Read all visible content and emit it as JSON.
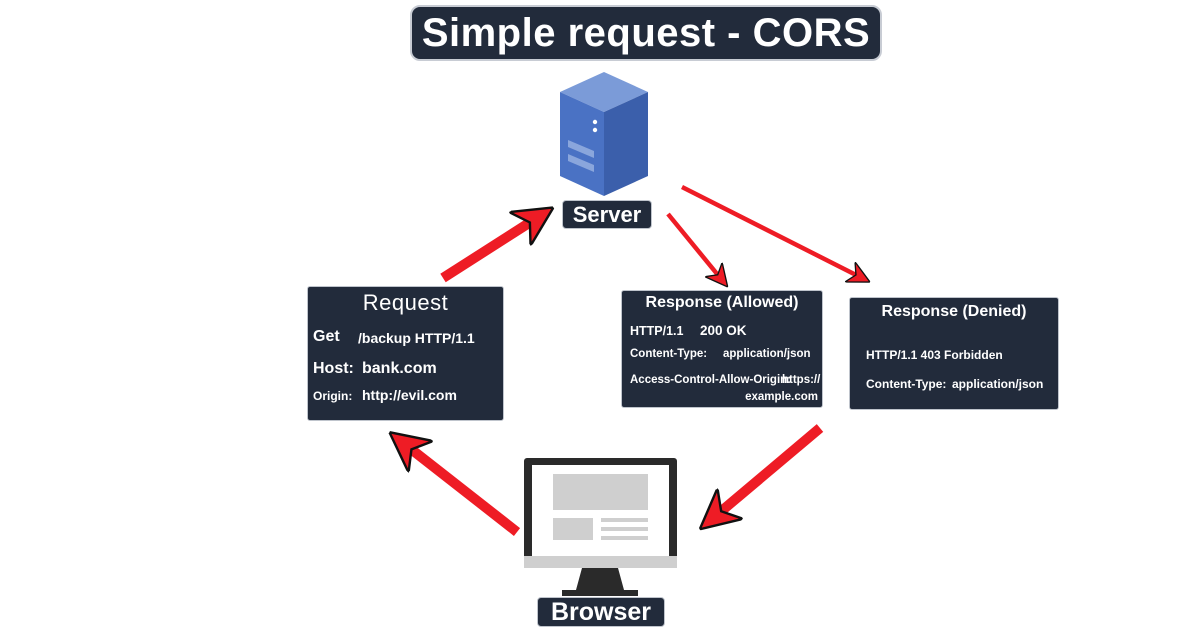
{
  "title": "Simple request - CORS",
  "server": {
    "label": "Server",
    "icon": "server-icon"
  },
  "browser": {
    "label": "Browser",
    "icon": "monitor-icon"
  },
  "request": {
    "header": "Request",
    "method": "Get",
    "path": "/backup HTTP/1.1",
    "host_key": "Host:",
    "host_value": "bank.com",
    "origin_key": "Origin:",
    "origin_value": "http://evil.com"
  },
  "response_allowed": {
    "header": "Response (Allowed)",
    "status_proto": "HTTP/1.1",
    "status_code": "200 OK",
    "content_type_key": "Content-Type:",
    "content_type_value": "application/json",
    "acao_key": "Access-Control-Allow-Origin:",
    "acao_value_1": "https://",
    "acao_value_2": "example.com"
  },
  "response_denied": {
    "header": "Response (Denied)",
    "status": "HTTP/1.1  403 Forbidden",
    "content_type_key": "Content-Type:",
    "content_type_value": "application/json"
  },
  "colors": {
    "dark": "#222b3b",
    "arrow": "#ee1c25",
    "server_front": "#4a72c4",
    "server_top": "#7b9bd8",
    "server_side": "#3b5fab",
    "monitor_gray": "#cfcfcf",
    "monitor_frame": "#2a2a2a"
  }
}
